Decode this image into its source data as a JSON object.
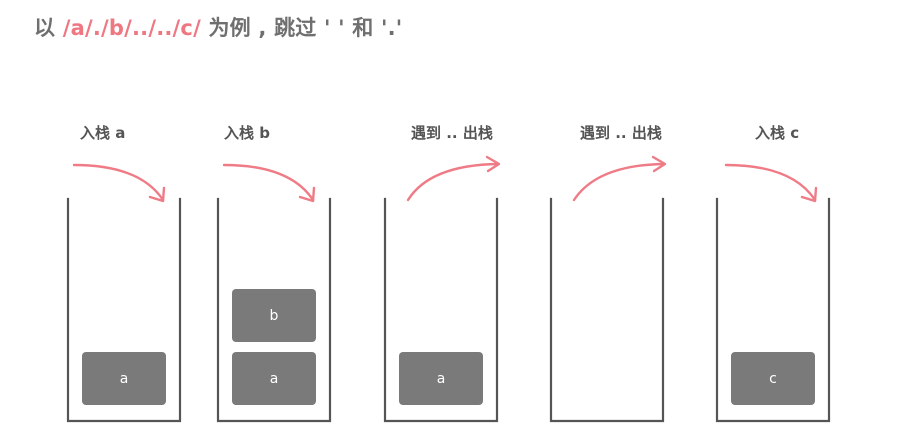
{
  "title": {
    "prefix": "以 ",
    "path": "/a/./b/../../c/",
    "suffix": " 为例 , 跳过 ' ' 和 '.'"
  },
  "colors": {
    "highlight": "#ee7782",
    "arrow": "#ef7b86",
    "block": "#7a7a7a",
    "stack_wall": "#555555",
    "title_text": "#6f6f6f"
  },
  "steps": [
    {
      "label": "入栈 a",
      "arrow": "push",
      "blocks": [
        "a"
      ]
    },
    {
      "label": "入栈 b",
      "arrow": "push",
      "blocks": [
        "a",
        "b"
      ]
    },
    {
      "label": "遇到 .. 出栈",
      "arrow": "pop",
      "blocks": [
        "a"
      ]
    },
    {
      "label": "遇到 .. 出栈",
      "arrow": "pop",
      "blocks": []
    },
    {
      "label": "入栈 c",
      "arrow": "push",
      "blocks": [
        "c"
      ]
    }
  ]
}
